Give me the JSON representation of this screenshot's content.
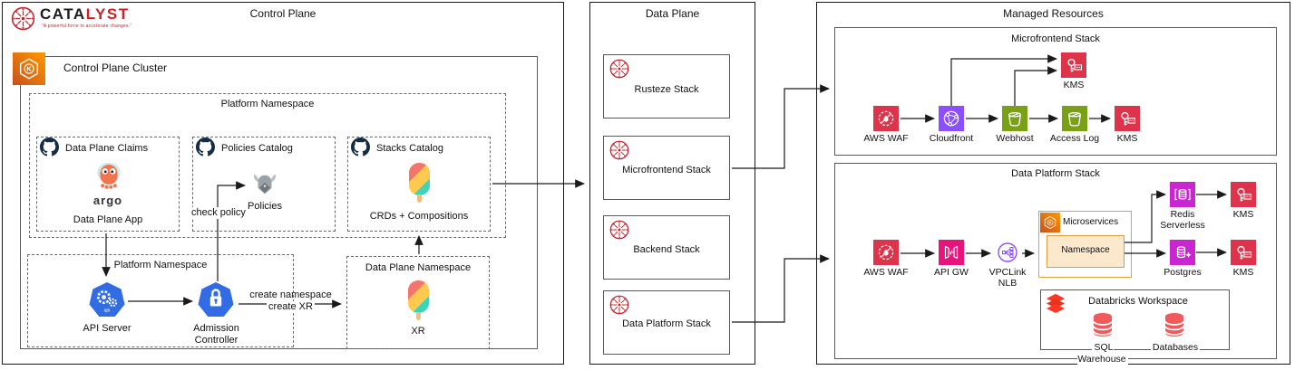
{
  "logo": {
    "brand_left": "CATA",
    "brand_right": "LYST",
    "tagline": "“A powerful force to accelerate changes.”"
  },
  "control_plane": {
    "title": "Control Plane",
    "cluster_title": "Control Plane Cluster",
    "platform_namespace": {
      "title": "Platform Namespace",
      "data_plane_claims": {
        "title": "Data Plane Claims",
        "argo_wordmark": "argo",
        "app_label": "Data Plane App"
      },
      "policies_catalog": {
        "title": "Policies Catalog",
        "item_label": "Policies"
      },
      "stacks_catalog": {
        "title": "Stacks Catalog",
        "item_label": "CRDs + Compositions"
      }
    },
    "runtime_namespace": {
      "title": "Platform Namespace",
      "api_server": "API Server",
      "admission_controller": "Admission Controller"
    },
    "data_plane_namespace": {
      "title": "Data Plane Namespace",
      "item_label": "XR"
    },
    "edges": {
      "check_policy": "check policy",
      "create_namespace_line1": "create namespace",
      "create_namespace_line2": "create XR"
    }
  },
  "data_plane": {
    "title": "Data Plane",
    "stacks": [
      "Rusteze Stack",
      "Microfrontend Stack",
      "Backend Stack",
      "Data Platform Stack"
    ]
  },
  "managed_resources": {
    "title": "Managed Resources",
    "microfrontend_stack": {
      "title": "Microfrontend Stack",
      "waf": "AWS WAF",
      "cloudfront": "Cloudfront",
      "webhost": "Webhost",
      "access_log": "Access Log",
      "kms_top": "KMS",
      "kms_end": "KMS"
    },
    "data_platform_stack": {
      "title": "Data Platform Stack",
      "waf": "AWS WAF",
      "api_gw": "API GW",
      "vpclink": "VPCLink NLB",
      "microservices": "Microservices",
      "namespace": "Namespace",
      "redis": "Redis Serverless",
      "kms_redis": "KMS",
      "postgres": "Postgres",
      "kms_postgres": "KMS",
      "databricks": {
        "title": "Databricks Workspace",
        "sql_warehouse": "SQL Warehouse",
        "databases": "Databases"
      }
    }
  },
  "icons": {
    "catalyst": "starburst-icon",
    "github": "octocat-icon",
    "argo": "argo-octopus-icon",
    "policies": "viking-helmet-icon",
    "crossplane": "popsicle-icon",
    "api_server": "k8s-gear-icon",
    "admission_controller": "k8s-lock-icon",
    "eks": "eks-hexagon-k-icon",
    "waf": "aws-waf-flame-icon",
    "cloudfront": "cloudfront-globe-icon",
    "s3": "s3-bucket-icon",
    "kms": "kms-key-icon",
    "api_gateway": "api-gateway-icon",
    "vpclink": "vpclink-nlb-icon",
    "redis": "elasticache-icon",
    "postgres": "rds-database-icon",
    "databricks": "databricks-bricks-icon",
    "database": "red-db-cylinder-icon"
  },
  "colors": {
    "aws_red": "#DD344C",
    "aws_purple": "#8C4FFF",
    "aws_green": "#7AA116",
    "aws_pink": "#E7157B",
    "aws_magenta": "#C925D1",
    "eks_orange": "#ED7100",
    "kubernetes_blue": "#326CE5",
    "databricks_red": "#FF3621",
    "catalyst_red": "#C4262E",
    "github_dark": "#152C42",
    "argo_orange": "#F0744E",
    "namespace_fill": "#FBE8CD"
  }
}
